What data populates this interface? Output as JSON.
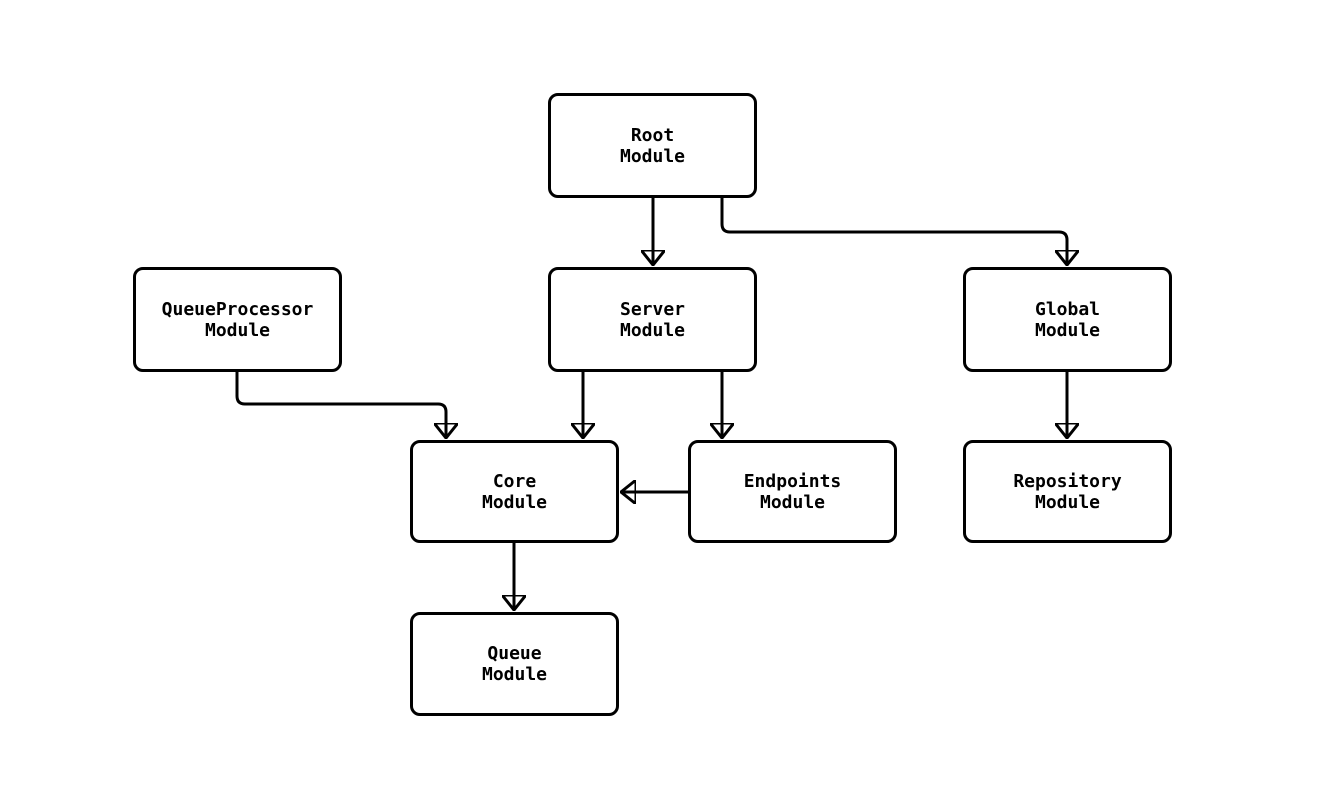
{
  "diagram": {
    "background_color": "#ffffff",
    "node_fill_color": "#ffffff",
    "stroke_color": "#000000",
    "text_color": "#000000",
    "nodes": {
      "root": {
        "line1": "Root",
        "line2": "Module"
      },
      "queueprocessor": {
        "line1": "QueueProcessor",
        "line2": "Module"
      },
      "server": {
        "line1": "Server",
        "line2": "Module"
      },
      "global": {
        "line1": "Global",
        "line2": "Module"
      },
      "core": {
        "line1": "Core",
        "line2": "Module"
      },
      "endpoints": {
        "line1": "Endpoints",
        "line2": "Module"
      },
      "repository": {
        "line1": "Repository",
        "line2": "Module"
      },
      "queue": {
        "line1": "Queue",
        "line2": "Module"
      }
    },
    "edges": [
      {
        "from": "Root Module",
        "to": "Server Module"
      },
      {
        "from": "Root Module",
        "to": "Global Module"
      },
      {
        "from": "QueueProcessor Module",
        "to": "Core Module"
      },
      {
        "from": "Server Module",
        "to": "Core Module"
      },
      {
        "from": "Server Module",
        "to": "Endpoints Module"
      },
      {
        "from": "Endpoints Module",
        "to": "Core Module"
      },
      {
        "from": "Global Module",
        "to": "Repository Module"
      },
      {
        "from": "Core Module",
        "to": "Queue Module"
      }
    ]
  }
}
